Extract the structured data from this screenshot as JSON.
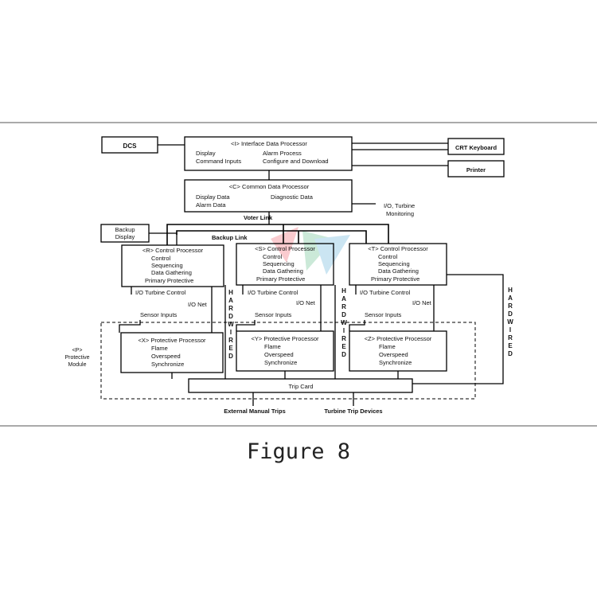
{
  "diagram": {
    "dcs": "DCS",
    "crt_keyboard": "CRT Keyboard",
    "printer": "Printer",
    "interface_processor": {
      "title": "<I> Interface Data Processor",
      "left": [
        "Display",
        "Command Inputs"
      ],
      "right": [
        "Alarm Process",
        "Configure and Download"
      ]
    },
    "common_processor": {
      "title": "<C> Common Data Processor",
      "left": [
        "Display Data",
        "Alarm Data"
      ],
      "right": [
        "Diagnostic Data"
      ]
    },
    "io_turbine_monitoring": [
      "I/O, Turbine",
      "Monitoring"
    ],
    "voter_link": "Voter Link",
    "backup_display": [
      "Backup",
      "Display"
    ],
    "backup_link": "Backup Link",
    "control_processors": [
      {
        "title": "<R> Control Processor",
        "items": [
          "Control",
          "Sequencing",
          "Data Gathering",
          "Primary Protective"
        ]
      },
      {
        "title": "<S> Control Processor",
        "items": [
          "Control",
          "Sequencing",
          "Data Gathering",
          "Primary Protective"
        ]
      },
      {
        "title": "<T> Control Processor",
        "items": [
          "Control",
          "Sequencing",
          "Data Gathering",
          "Primary Protective"
        ]
      }
    ],
    "io_turbine_control": "I/O Turbine Control",
    "io_net": "I/O Net",
    "sensor_inputs": "Sensor Inputs",
    "hardwired": "HARDWIRED",
    "protective_processors": [
      {
        "title": "<X> Protective Processor",
        "items": [
          "Flame",
          "Overspeed",
          "Synchronize"
        ]
      },
      {
        "title": "<Y> Protective Processor",
        "items": [
          "Flame",
          "Overspeed",
          "Synchronize"
        ]
      },
      {
        "title": "<Z> Protective Processor",
        "items": [
          "Flame",
          "Overspeed",
          "Synchronize"
        ]
      }
    ],
    "protective_module": [
      "<P>",
      "Protective",
      "Module"
    ],
    "trip_card": "Trip Card",
    "external_manual_trips": "External Manual Trips",
    "turbine_trip_devices": "Turbine Trip Devices"
  },
  "caption": "Figure 8"
}
